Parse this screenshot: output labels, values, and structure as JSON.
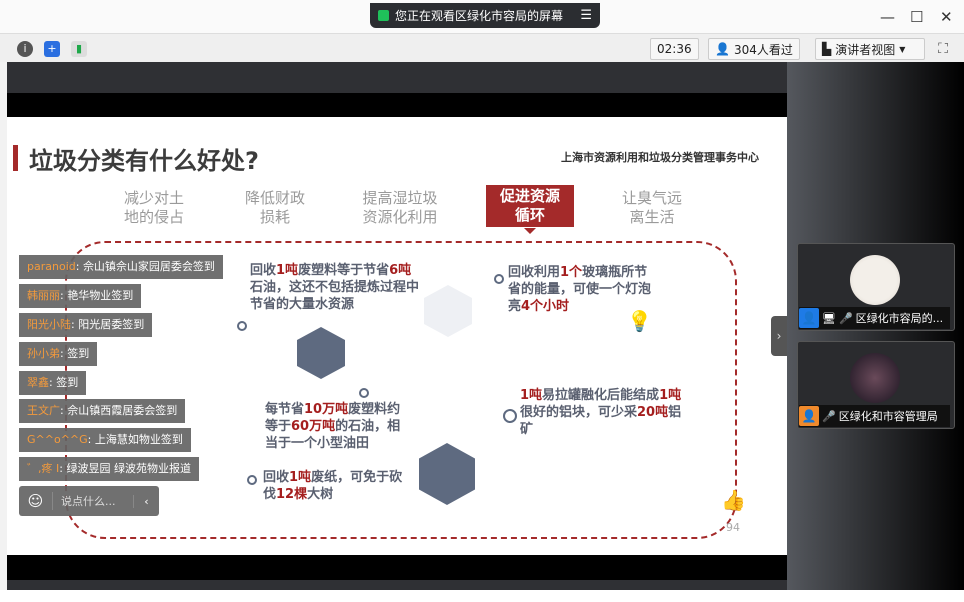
{
  "titlebar": {
    "share_notice": "您正在观看区绿化市容局的屏幕",
    "menu_icon": "list-icon",
    "minimize": "—",
    "maximize": "☐",
    "close": "✕"
  },
  "toolbar": {
    "timer": "02:36",
    "viewers": "304人看过",
    "view_mode": "演讲者视图",
    "icons": [
      "info-icon",
      "shield-icon",
      "signal-icon",
      "fullscreen-icon"
    ]
  },
  "slide": {
    "title": "垃圾分类有什么好处?",
    "org": "上海市资源利用和垃圾分类管理事务中心",
    "tabs": [
      {
        "l1": "减少对土",
        "l2": "地的侵占",
        "active": false
      },
      {
        "l1": "降低财政",
        "l2": "损耗",
        "active": false
      },
      {
        "l1": "提高湿垃圾",
        "l2": "资源化利用",
        "active": false
      },
      {
        "l1": "促进资源",
        "l2": "循环",
        "active": true
      },
      {
        "l1": "让臭气远",
        "l2": "离生活",
        "active": false
      }
    ],
    "facts": {
      "plastic": [
        "回收",
        "1吨",
        "废塑料等于节省",
        "6吨",
        "石油，这还不包括提炼过程中节省的大量水资源"
      ],
      "oilfield": [
        "每节省",
        "10万吨",
        "废塑料约等于",
        "60万吨",
        "的石油，相当于一个小型油田"
      ],
      "paper": [
        "回收",
        "1吨",
        "废纸，可免于砍伐",
        "12棵",
        "大树"
      ],
      "glass": [
        "回收利用",
        "1个",
        "玻璃瓶所节省的能量，可使一个灯泡亮",
        "4个小时",
        ""
      ],
      "can": [
        "",
        "1吨",
        "易拉罐融化后能结成",
        "1吨",
        "很好的铝块，可少采",
        "20吨",
        "铝矿"
      ]
    },
    "accent": "#a42a2a"
  },
  "chat": {
    "messages": [
      {
        "user": "paranoid",
        "text": "佘山镇佘山家园居委会签到"
      },
      {
        "user": "韩丽丽",
        "text": "艳华物业签到"
      },
      {
        "user": "阳光小陆",
        "text": "阳光居委签到"
      },
      {
        "user": "孙小弟",
        "text": "签到"
      },
      {
        "user": "翠鑫",
        "text": "签到"
      },
      {
        "user": "王文广",
        "text": "佘山镇西霞居委会签到"
      },
      {
        "user": "G^^o^^G",
        "text": "上海慧如物业签到"
      },
      {
        "user": "゛,疼 I",
        "text": "绿波昱园 绿波苑物业报道"
      }
    ],
    "placeholder": "说点什么...",
    "likes": "94"
  },
  "participants": [
    {
      "name": "区绿化市容局的...",
      "color": "#1e7be6"
    },
    {
      "name": "区绿化和市容管理局",
      "color": "#f08a2c"
    }
  ]
}
